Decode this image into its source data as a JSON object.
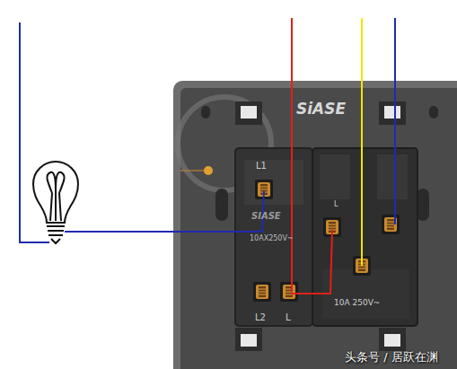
{
  "diagram": {
    "labels": [
      "SiASE",
      "L1",
      "SIASE",
      "10AX250V~",
      "L2",
      "L",
      "L",
      "10A 250V~",
      "头条号 / 居跃在渊"
    ]
  }
}
